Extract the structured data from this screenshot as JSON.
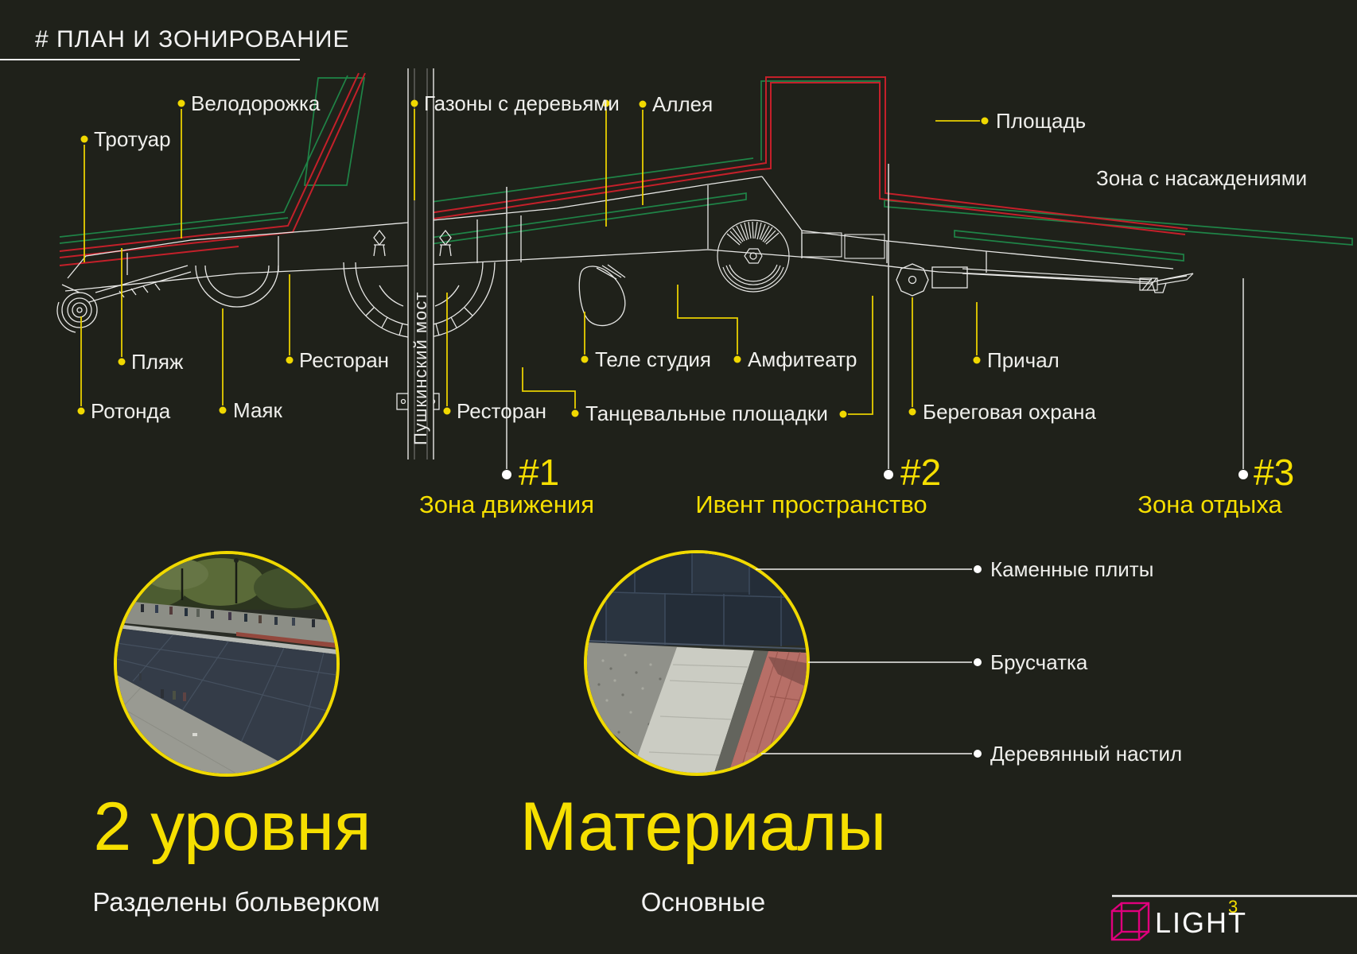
{
  "header": {
    "title": "# ПЛАН И ЗОНИРОВАНИЕ"
  },
  "plan": {
    "bridge_label": "Пушкинский мост",
    "labels": {
      "trotuar": "Тротуар",
      "velodorozhka": "Велодорожка",
      "gazony": "Газоны с деревьями",
      "alleya": "Аллея",
      "ploshchad": "Площадь",
      "zona_nasazhdeniya": "Зона с насаждениями",
      "plyazh": "Пляж",
      "restoran1": "Ресторан",
      "tele_studiya": "Теле студия",
      "amfiteatr": "Амфитеатр",
      "prichal": "Причал",
      "rotonda": "Ротонда",
      "mayak": "Маяк",
      "restoran2": "Ресторан",
      "tantsevalnye": "Танцевальные площадки",
      "beregovaya": "Береговая охрана"
    },
    "zones": [
      {
        "marker": "#1",
        "name": "Зона движения"
      },
      {
        "marker": "#2",
        "name": "Ивент пространство"
      },
      {
        "marker": "#3",
        "name": "Зона отдыха"
      }
    ]
  },
  "levels_section": {
    "heading": "2 уровня",
    "subtitle": "Разделены больверком"
  },
  "materials_section": {
    "heading": "Материалы",
    "subtitle": "Основные",
    "items": [
      "Каменные плиты",
      "Брусчатка",
      "Деревянный настил"
    ]
  },
  "logo": {
    "brand": "LIGHT",
    "superscript": "3"
  },
  "colors": {
    "background": "#1f211a",
    "accent_yellow": "#f6df00",
    "leader_yellow": "#e8cf00",
    "plan_red": "#c4202a",
    "plan_green": "#1f8447",
    "text_white": "#f2f2f2",
    "logo_magenta": "#e0007d"
  }
}
